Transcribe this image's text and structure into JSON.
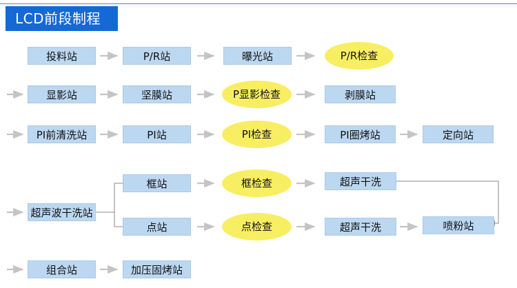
{
  "title": "LCD前段制程",
  "nodes": {
    "touliao": "投料站",
    "pr": "P/R站",
    "baoguang": "曝光站",
    "pr_check": "P/R检查",
    "xianying": "显影站",
    "jianmo": "坚膜站",
    "p_xianying_check": "P显影检查",
    "boomo": "剥膜站",
    "pi_qianqingxi": "PI前清洗站",
    "pi": "PI站",
    "pi_check": "PI检查",
    "pi_quankao": "PI圈烤站",
    "dingxiang": "定向站",
    "kuang": "框站",
    "kuang_check": "框检查",
    "chaosheng_1": "超声干洗",
    "chaosheng_bo": "超声波干洗站",
    "dian": "点站",
    "dian_check": "点检查",
    "chaosheng_2": "超声干洗",
    "penfen": "喷粉站",
    "zuhe": "组合站",
    "jiaya": "加压固烤站"
  },
  "colors": {
    "title_bg": "#1569d6",
    "box_fill": "#bcd8f1",
    "oval_fill": "#f8ee62",
    "arrow": "#c4c4c4"
  }
}
